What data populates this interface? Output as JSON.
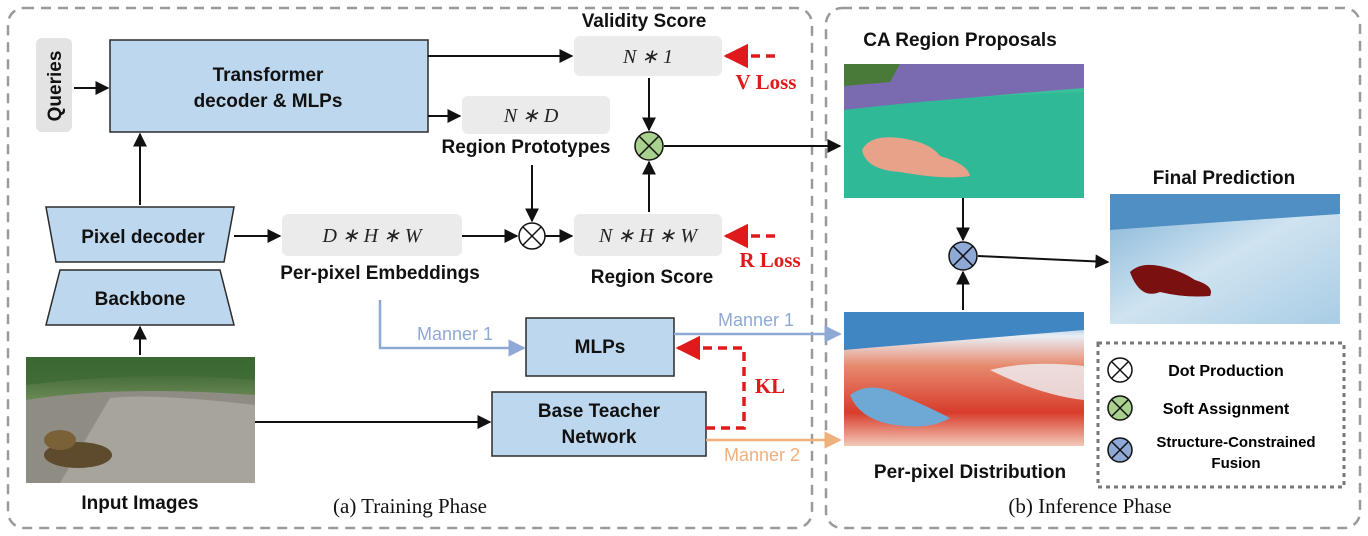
{
  "training": {
    "phase_label": "(a) Training Phase",
    "queries": "Queries",
    "transformer_line1": "Transformer",
    "transformer_line2": "decoder & MLPs",
    "pixel_decoder": "Pixel decoder",
    "backbone": "Backbone",
    "input_images": "Input Images",
    "validity_score": "Validity Score",
    "validity_shape": "N ∗ 1",
    "prototype_shape": "N ∗ D",
    "region_prototypes": "Region Prototypes",
    "embedding_shape": "D ∗ H ∗ W",
    "per_pixel_embeddings": "Per-pixel  Embeddings",
    "region_shape": "N ∗ H ∗ W",
    "region_score": "Region Score",
    "v_loss": "V Loss",
    "r_loss": "R Loss",
    "mlps": "MLPs",
    "teacher_line1": "Base Teacher",
    "teacher_line2": "Network",
    "kl": "KL",
    "manner1_left": "Manner 1",
    "manner1_right": "Manner 1",
    "manner2": "Manner 2"
  },
  "inference": {
    "phase_label": "(b) Inference Phase",
    "ca_region_proposals": "CA Region Proposals",
    "final_prediction": "Final Prediction",
    "per_pixel_distribution": "Per-pixel Distribution"
  },
  "legend": {
    "dot_production": "Dot Production",
    "soft_assignment": "Soft Assignment",
    "fusion_line1": "Structure-Constrained",
    "fusion_line2": "Fusion"
  },
  "colors": {
    "block_fill": "#bdd7ee",
    "block_stroke": "#2b2b2b",
    "shape_box": "#ebebeb",
    "soft_assignment": "#a9d18e",
    "fusion": "#8fa9d6",
    "loss_red": "#e01a1a",
    "manner1": "#8fa9d6",
    "manner2": "#f0b07c"
  }
}
